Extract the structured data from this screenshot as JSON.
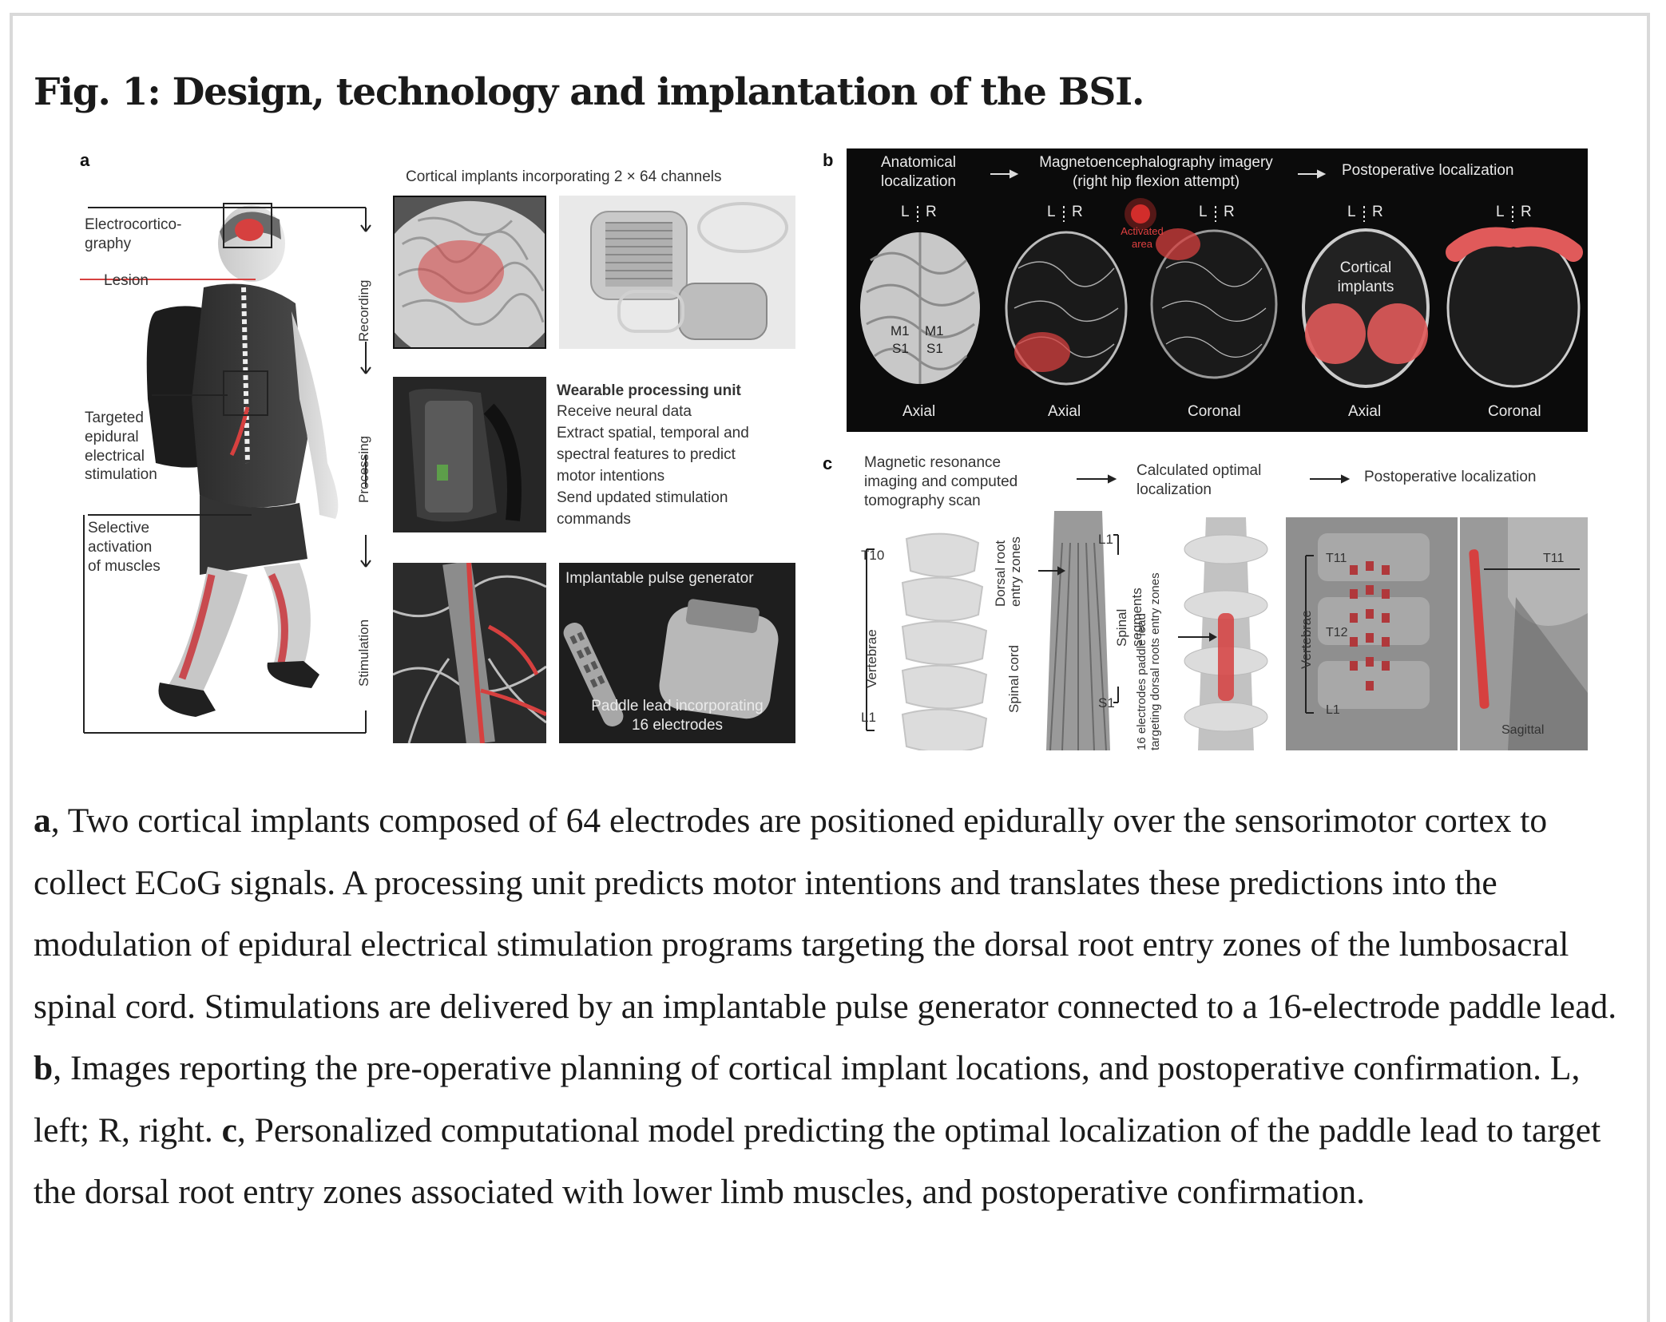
{
  "figure_title": "Fig. 1: Design, technology and implantation of the BSI.",
  "panel_a": {
    "label": "a",
    "header": "Cortical implants incorporating 2 × 64 channels",
    "body_labels": {
      "ecog": "Electrocortico-\ngraphy",
      "lesion": "Lesion",
      "targeted": "Targeted\nepidural\nelectrical\nstimulation",
      "selective": "Selective\nactivation\nof muscles"
    },
    "stage_labels": [
      "Recording",
      "Processing",
      "Stimulation"
    ],
    "wearable_title": "Wearable processing unit",
    "wearable_lines": [
      "Receive neural data",
      "Extract spatial, temporal and",
      "spectral features to predict",
      "motor intentions",
      "Send updated stimulation",
      "commands"
    ],
    "ipg_label": "Implantable pulse generator",
    "paddle_label": "Paddle lead incorporating\n16 electrodes"
  },
  "panel_b": {
    "label": "b",
    "headers": [
      "Anatomical\nlocalization",
      "Magnetoencephalography imagery\n(right hip flexion attempt)",
      "Postoperative localization"
    ],
    "lr": [
      "L",
      "R"
    ],
    "activated": "Activated\narea",
    "cortical": "Cortical\nimplants",
    "m1": "M1",
    "s1": "S1",
    "views": [
      "Axial",
      "Axial",
      "Coronal",
      "Axial",
      "Coronal"
    ]
  },
  "panel_c": {
    "label": "c",
    "headers": [
      "Magnetic resonance\nimaging and computed\ntomography scan",
      "Calculated optimal\nlocalization",
      "Postoperative localization"
    ],
    "t10": "T10",
    "l1": "L1",
    "vertebrae": "Vertebrae",
    "dorsal": "Dorsal root\nentry zones",
    "spinal_cord": "Spinal cord",
    "spinal_segments": "Spinal\nsegments",
    "paddle_vertical": "16 electrodes paddle lead\ntargeting dorsal roots entry zones",
    "s1": "S1",
    "t11": "T11",
    "t12": "T12",
    "sagittal": "Sagittal"
  },
  "caption": {
    "a_label": "a",
    "a_text": ", Two cortical implants composed of 64 electrodes are positioned epidurally over the sensorimotor cortex to collect ECoG signals. A processing unit predicts motor intentions and translates these predictions into the modulation of epidural electrical stimulation programs targeting the dorsal root entry zones of the lumbosacral spinal cord. Stimulations are delivered by an implantable pulse generator connected to a 16-electrode paddle lead. ",
    "b_label": "b",
    "b_text": ", Images reporting the pre-operative planning of cortical implant locations, and postoperative confirmation. L, left; R, right. ",
    "c_label": "c",
    "c_text": ", Personalized computational model predicting the optimal localization of the paddle lead to target the dorsal root entry zones associated with lower limb muscles, and postoperative confirmation."
  }
}
